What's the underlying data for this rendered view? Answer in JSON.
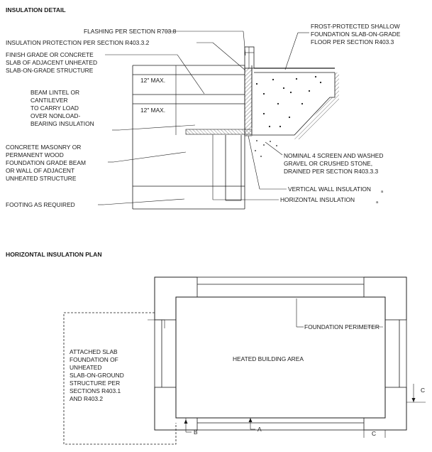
{
  "detail": {
    "title": "INSULATION DETAIL",
    "dims": {
      "upper": "12\" MAX.",
      "lower": "12\" MAX."
    },
    "labels": {
      "flashing": "FLASHING PER SECTION R703.8",
      "protection": "INSULATION PROTECTION PER SECTION R403.3.2",
      "finish_grade": [
        "FINISH GRADE OR CONCRETE",
        "SLAB OF ADJACENT UNHEATED",
        "SLAB-ON-GRADE STRUCTURE"
      ],
      "beam_lintel": [
        "BEAM LINTEL OR",
        "CANTILEVER",
        "TO CARRY LOAD",
        "OVER NONLOAD-",
        "BEARING INSULATION"
      ],
      "masonry": [
        "CONCRETE MASONRY OR",
        "PERMANENT WOOD",
        "FOUNDATION GRADE BEAM",
        "OR WALL OF ADJACENT",
        "UNHEATED STRUCTURE"
      ],
      "footing": "FOOTING AS REQUIRED",
      "frost": [
        "FROST-PROTECTED SHALLOW",
        "FOUNDATION SLAB-ON-GRADE",
        "FLOOR PER SECTION R403.3"
      ],
      "gravel": [
        "NOMINAL 4 SCREEN AND WASHED",
        "GRAVEL OR CRUSHED STONE,",
        "DRAINED PER SECTION R403.3.3"
      ],
      "vertical": "VERTICAL WALL INSULATION",
      "horizontal": "HORIZONTAL INSULATION",
      "note_mark": "a"
    }
  },
  "plan": {
    "title": "HORIZONTAL INSULATION PLAN",
    "labels": {
      "heated": "HEATED BUILDING AREA",
      "perimeter": "FOUNDATION PERIMETER",
      "attached": [
        "ATTACHED SLAB",
        "FOUNDATION OF",
        "UNHEATED",
        "SLAB-ON-GROUND",
        "STRUCTURE PER",
        "SECTIONS R403.1",
        "AND R403.2"
      ],
      "a": "A",
      "b": "B",
      "c_bottom": "C",
      "c_right": "C"
    }
  }
}
